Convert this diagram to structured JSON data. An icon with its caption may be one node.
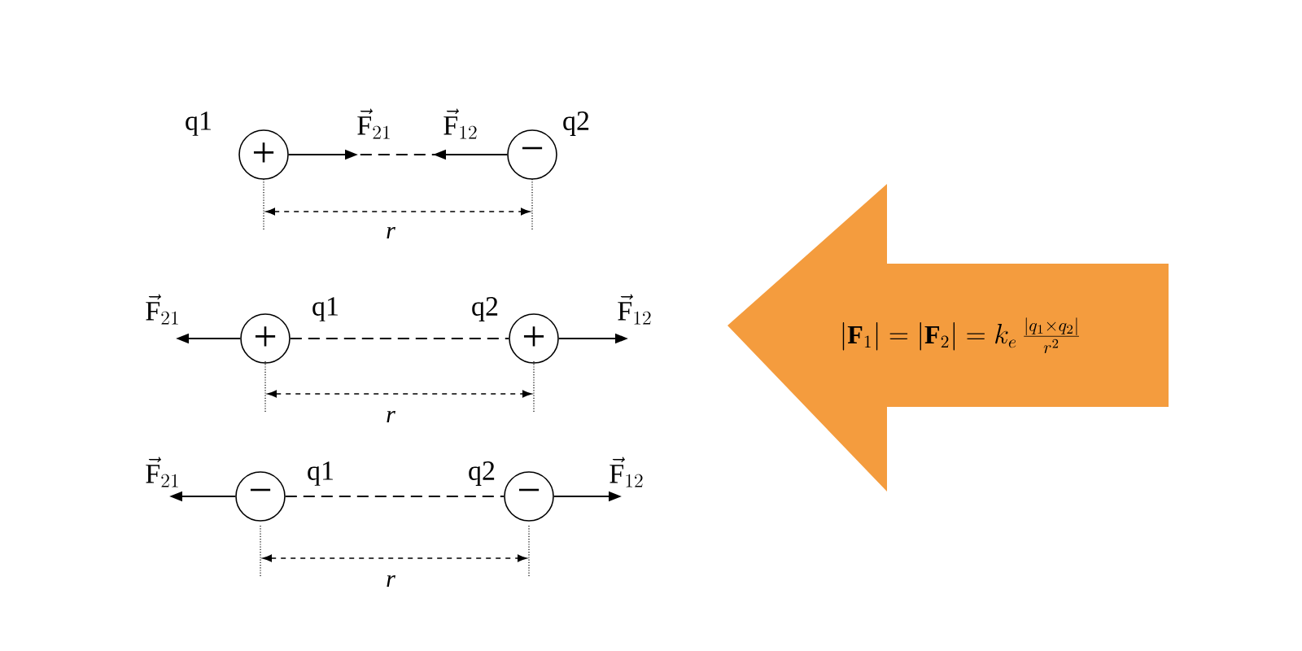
{
  "diagram": {
    "nodes": [
      {
        "text": [
          "+"
        ],
        "beside": [
          "q1"
        ]
      },
      {
        "text": [
          "−"
        ],
        "beside": [
          "q2"
        ]
      },
      {
        "text": [
          "+"
        ],
        "beside": [
          "q1"
        ]
      },
      {
        "text": [
          "+"
        ],
        "beside": [
          "q2"
        ]
      },
      {
        "text": [
          "−"
        ],
        "beside": [
          "q1"
        ]
      },
      {
        "text": [
          "−"
        ],
        "beside": [
          "q2"
        ]
      },
      {
        "text": [
          "\\left|\\mathbf{F}_1\\right| = \\left|\\mathbf{F}_2\\right| = k_e \\, \\frac{|q_1 \\times q_2|}{r^2}"
        ]
      }
    ],
    "edges": [
      {
        "from": 0,
        "to": 1,
        "arrow": "none",
        "style": "dashed"
      },
      {
        "from": 0,
        "to": null,
        "arrow": "to",
        "label": "\\vec{\\mathrm{F}}_{21}"
      },
      {
        "from": 1,
        "to": null,
        "arrow": "to",
        "label": "\\vec{\\mathrm{F}}_{12}"
      },
      {
        "from": 2,
        "to": 3,
        "arrow": "none",
        "style": "dashed"
      },
      {
        "from": 2,
        "to": null,
        "arrow": "to",
        "label": "\\vec{\\mathrm{F}}_{21}"
      },
      {
        "from": 3,
        "to": null,
        "arrow": "to",
        "label": "\\vec{\\mathrm{F}}_{12}"
      },
      {
        "from": 4,
        "to": 5,
        "arrow": "none",
        "style": "dashed"
      },
      {
        "from": 4,
        "to": null,
        "arrow": "to",
        "label": "\\vec{\\mathrm{F}}_{21}"
      },
      {
        "from": 5,
        "to": null,
        "arrow": "to",
        "label": "\\vec{\\mathrm{F}}_{12}"
      }
    ],
    "labels": [
      "r",
      "r",
      "r"
    ]
  }
}
